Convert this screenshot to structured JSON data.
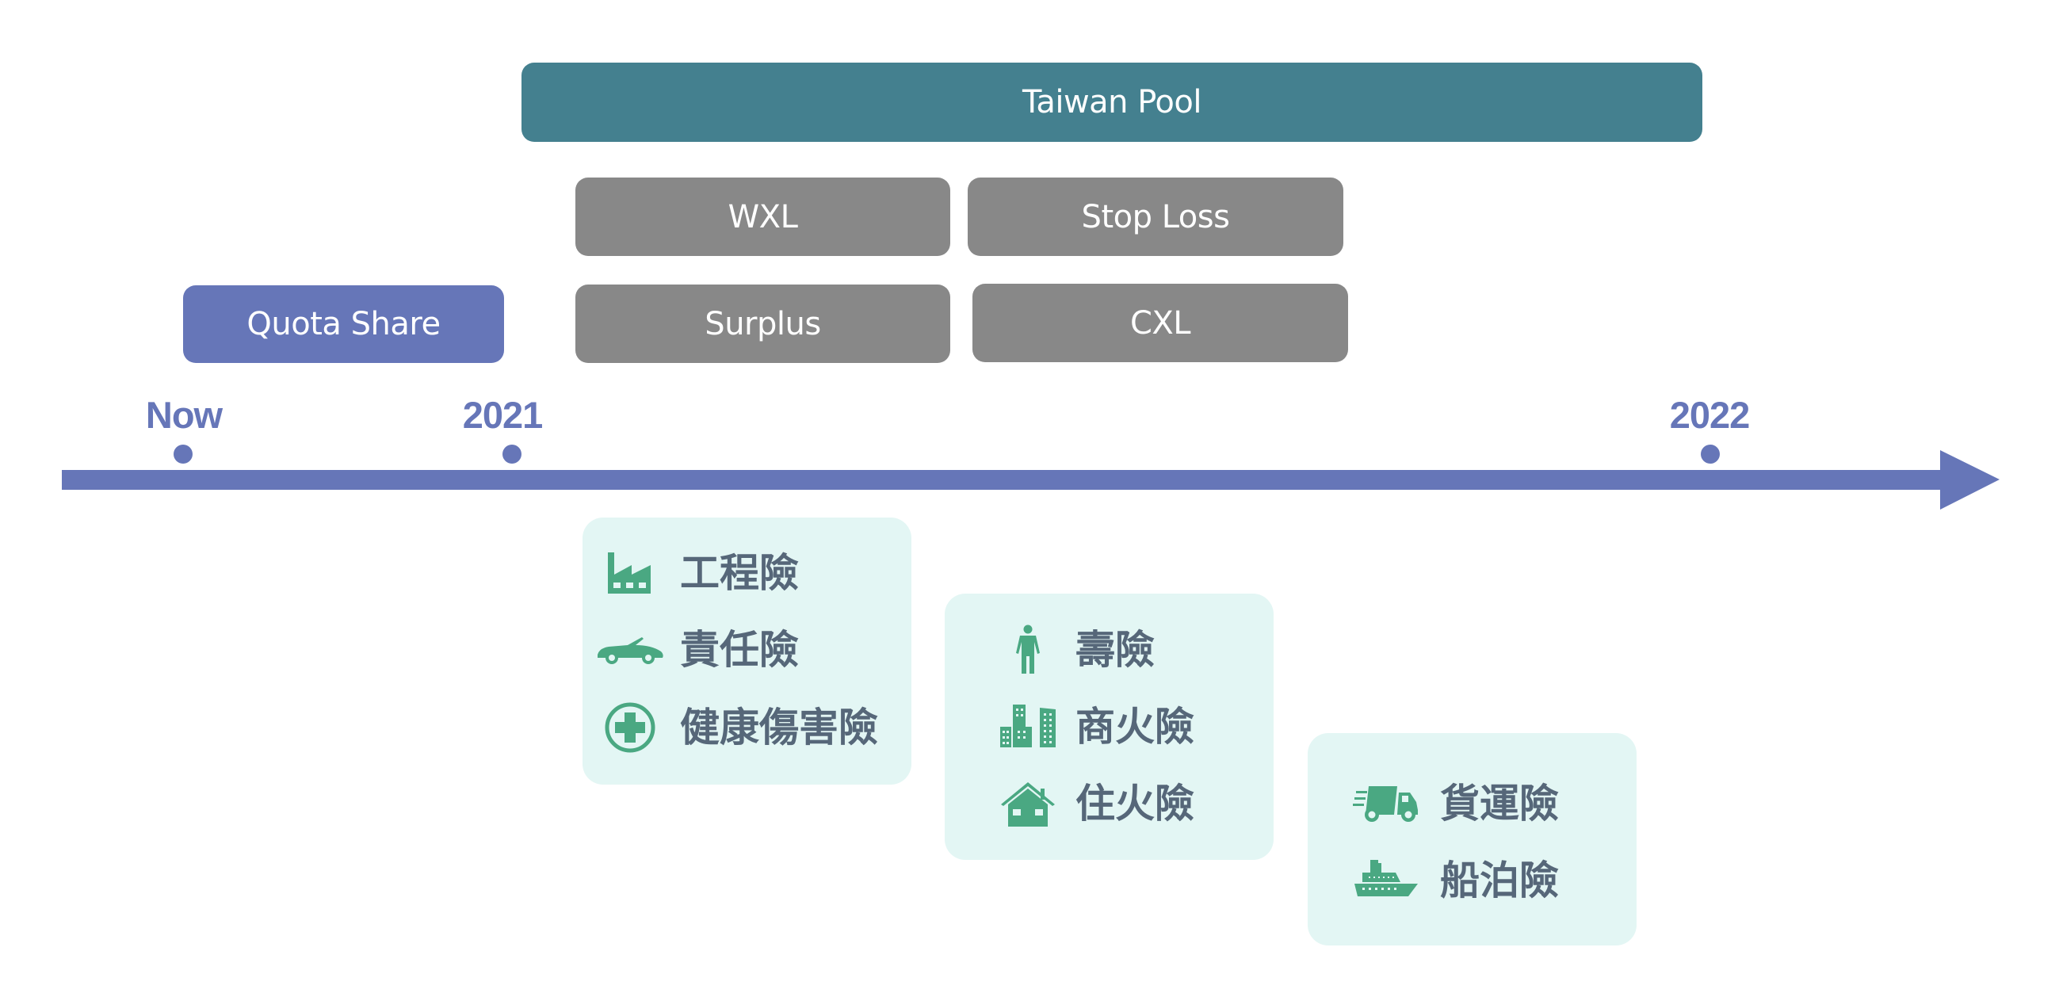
{
  "colors": {
    "pool": "#44808F",
    "treaty_gray": "#888888",
    "quota_share": "#6676B8",
    "timeline": "#6676B8",
    "panel_bg": "#E3F6F4",
    "icon": "#4AA882",
    "panel_text": "#566779"
  },
  "bars": {
    "taiwan_pool": "Taiwan Pool",
    "wxl": "WXL",
    "stop_loss": "Stop Loss",
    "quota_share": "Quota Share",
    "surplus": "Surplus",
    "cxl": "CXL"
  },
  "timeline": {
    "markers": [
      "Now",
      "2021",
      "2022"
    ]
  },
  "panels": [
    {
      "items": [
        {
          "icon": "factory-icon",
          "label": "工程險"
        },
        {
          "icon": "car-icon",
          "label": "責任險"
        },
        {
          "icon": "medical-cross-icon",
          "label": "健康傷害險"
        }
      ]
    },
    {
      "items": [
        {
          "icon": "person-icon",
          "label": "壽險"
        },
        {
          "icon": "buildings-icon",
          "label": "商火險"
        },
        {
          "icon": "house-icon",
          "label": "住火險"
        }
      ]
    },
    {
      "items": [
        {
          "icon": "truck-icon",
          "label": "貨運險"
        },
        {
          "icon": "ship-icon",
          "label": "船泊險"
        }
      ]
    }
  ]
}
